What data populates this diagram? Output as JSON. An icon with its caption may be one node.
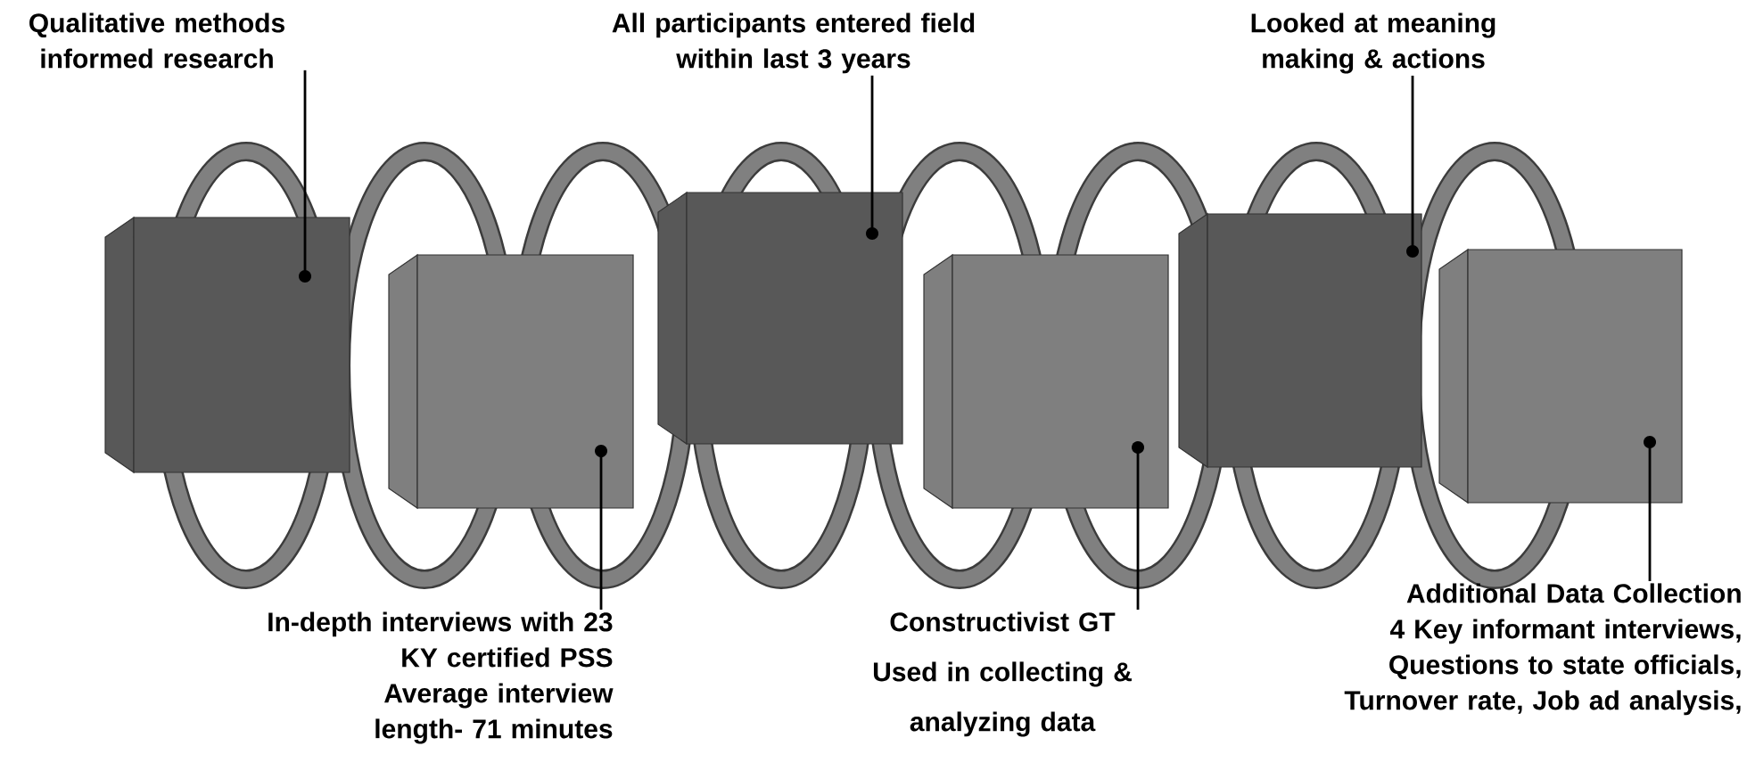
{
  "diagram": {
    "nodes": [
      {
        "text": [
          "Qualitative methods informed research"
        ]
      },
      {
        "text": [
          "All participants entered field within last 3 years"
        ]
      },
      {
        "text": [
          "Looked at meaning making & actions"
        ]
      },
      {
        "text": [],
        "shape": "box"
      },
      {
        "text": [],
        "shape": "box"
      },
      {
        "text": [],
        "shape": "box"
      },
      {
        "text": [],
        "shape": "box"
      },
      {
        "text": [],
        "shape": "box"
      },
      {
        "text": [],
        "shape": "box"
      },
      {
        "text": [
          "In-depth interviews with 23 KY certified PSS",
          "Average interview length- 71 minutes"
        ]
      },
      {
        "text": [
          "Constructivist GT",
          "Used in collecting & analyzing data"
        ]
      },
      {
        "text": [
          "Additional Data Collection",
          "4 Key informant interviews, Questions to state officials, Turnover rate, Job ad analysis,"
        ]
      }
    ],
    "edges": [
      {
        "from": 0,
        "to": 3,
        "arrow": "other"
      },
      {
        "from": 1,
        "to": 5,
        "arrow": "other"
      },
      {
        "from": 2,
        "to": 7,
        "arrow": "other"
      },
      {
        "from": 9,
        "to": 4,
        "arrow": "other"
      },
      {
        "from": 10,
        "to": 6,
        "arrow": "other"
      },
      {
        "from": 11,
        "to": 8,
        "arrow": "other"
      }
    ]
  }
}
